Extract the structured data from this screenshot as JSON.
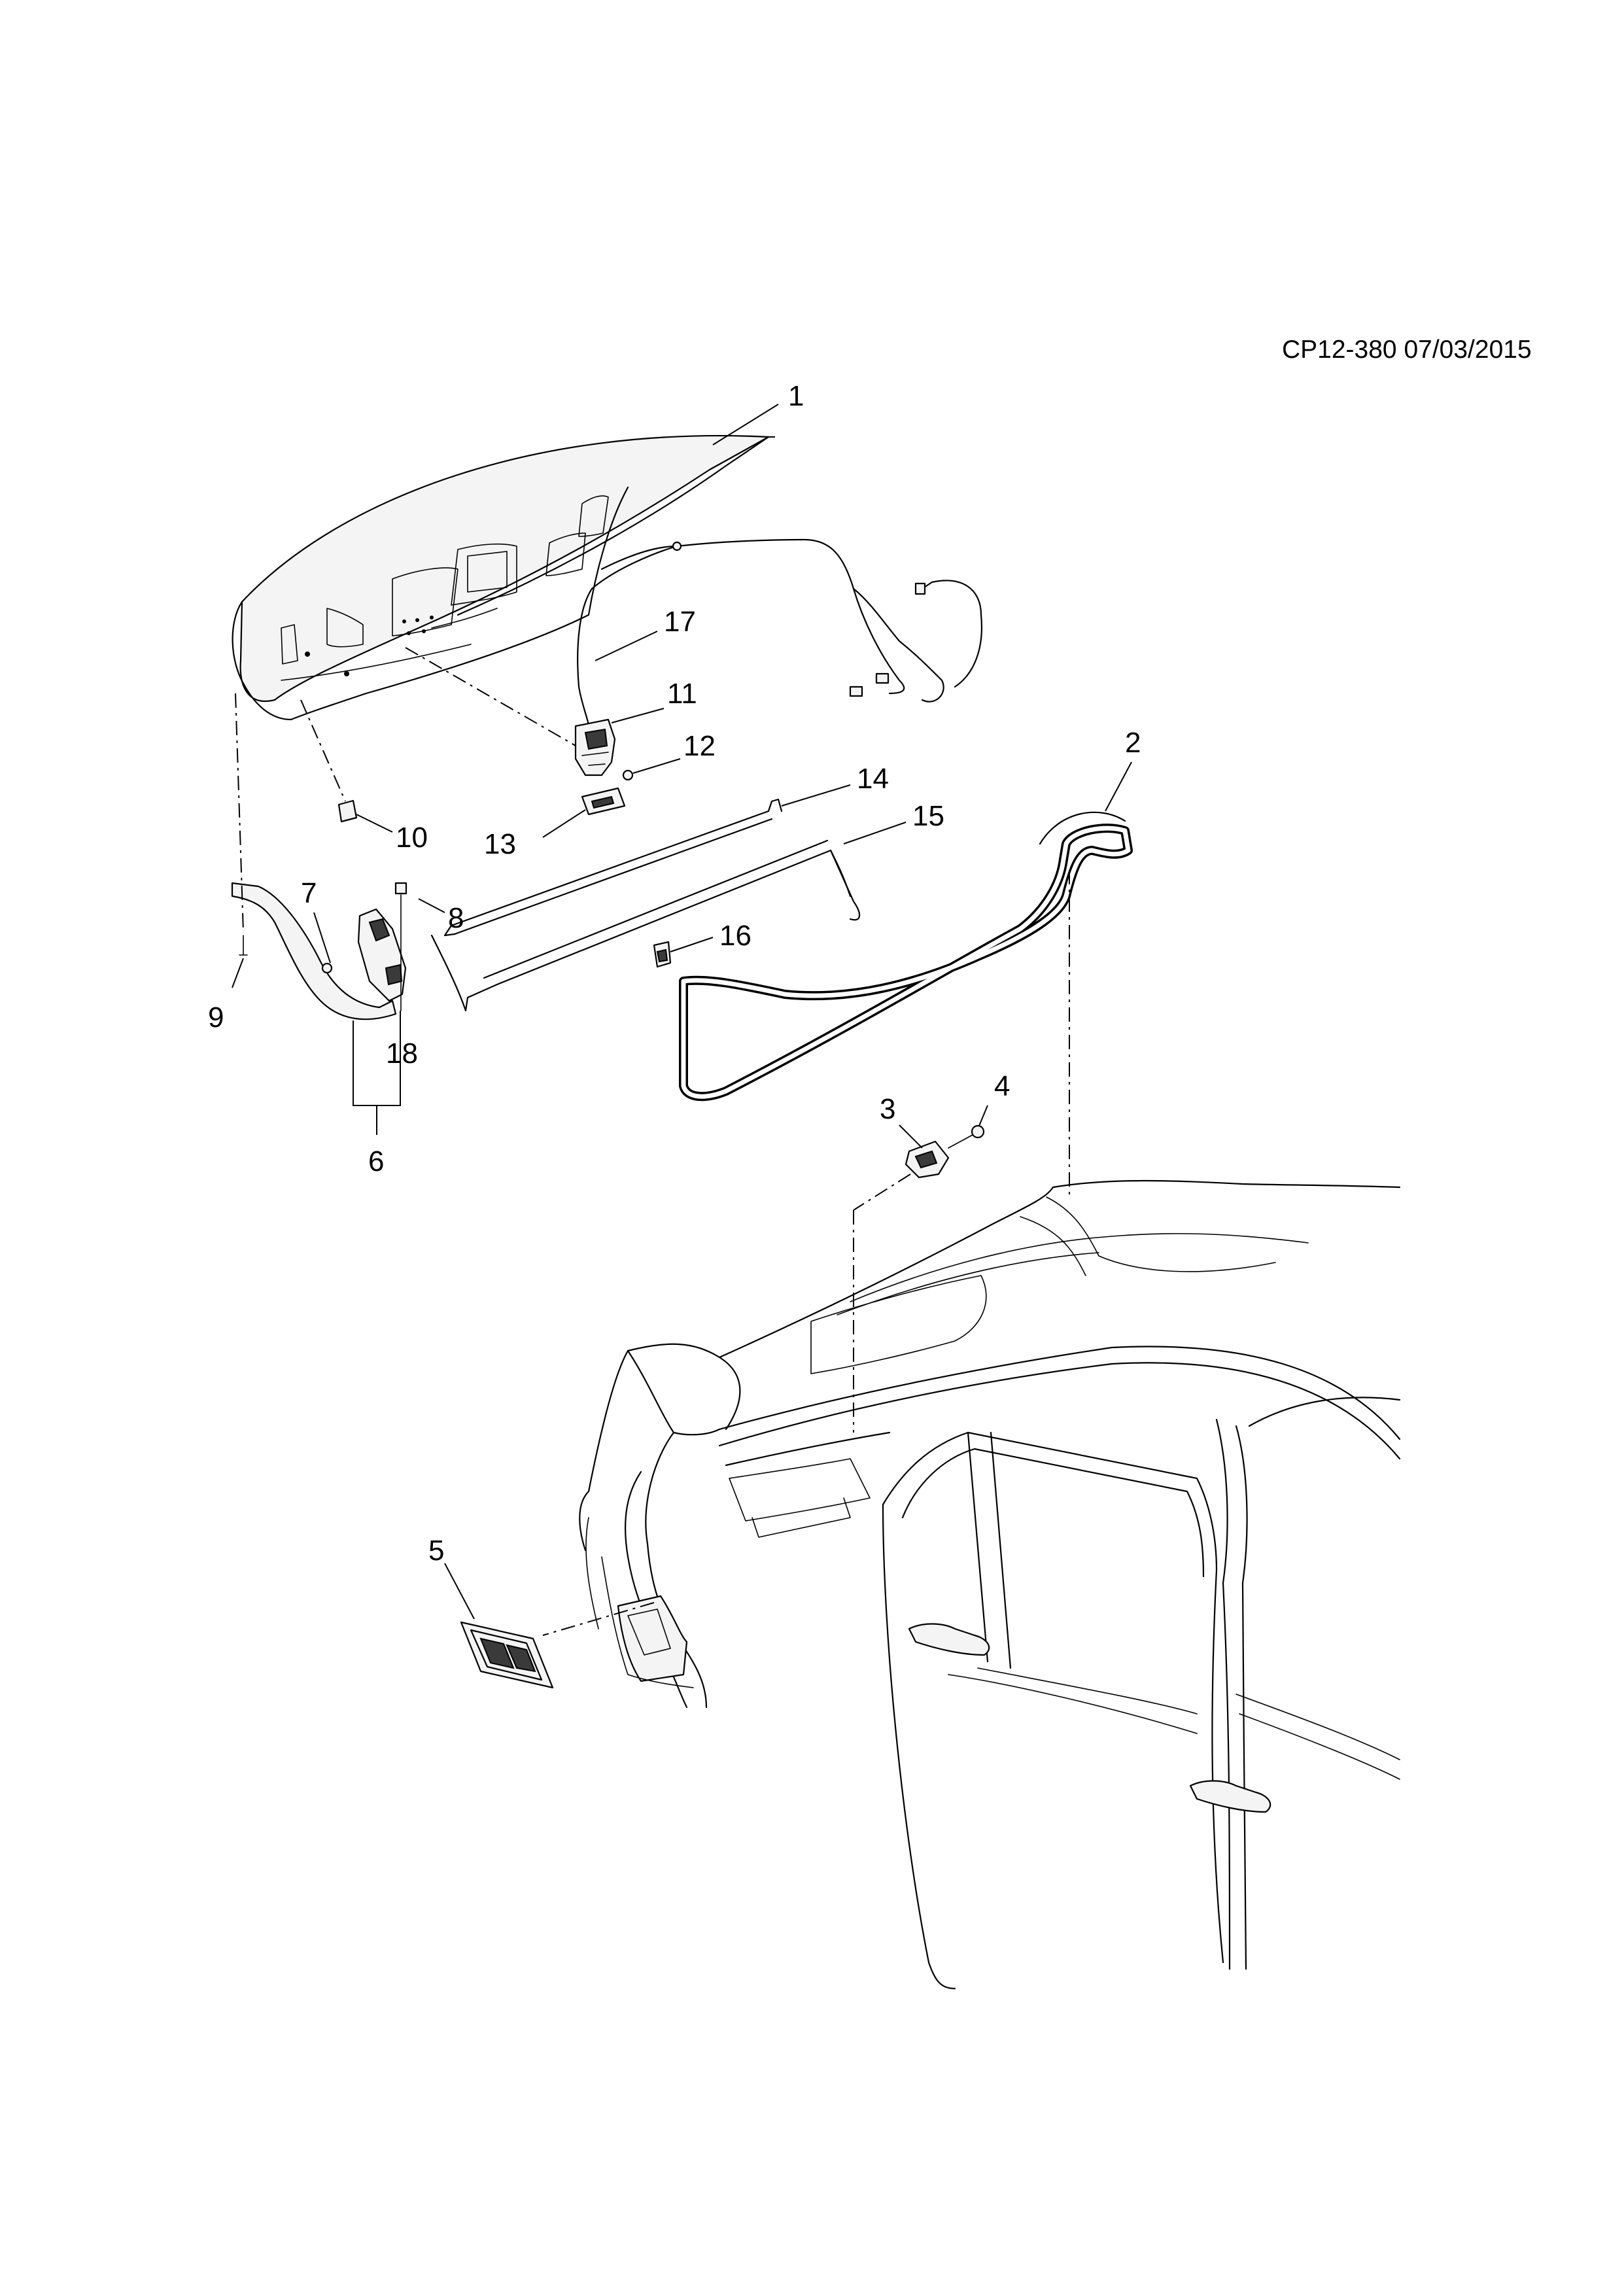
{
  "reference": "CP12-380 07/03/2015",
  "callouts": [
    {
      "id": "1",
      "label": "1"
    },
    {
      "id": "2",
      "label": "2"
    },
    {
      "id": "3",
      "label": "3"
    },
    {
      "id": "4",
      "label": "4"
    },
    {
      "id": "5",
      "label": "5"
    },
    {
      "id": "6",
      "label": "6"
    },
    {
      "id": "7",
      "label": "7"
    },
    {
      "id": "8",
      "label": "8"
    },
    {
      "id": "9",
      "label": "9"
    },
    {
      "id": "10",
      "label": "10"
    },
    {
      "id": "11",
      "label": "11"
    },
    {
      "id": "12",
      "label": "12"
    },
    {
      "id": "13",
      "label": "13"
    },
    {
      "id": "14",
      "label": "14"
    },
    {
      "id": "15",
      "label": "15"
    },
    {
      "id": "16",
      "label": "16"
    },
    {
      "id": "17",
      "label": "17"
    },
    {
      "id": "18",
      "label": "18"
    }
  ]
}
